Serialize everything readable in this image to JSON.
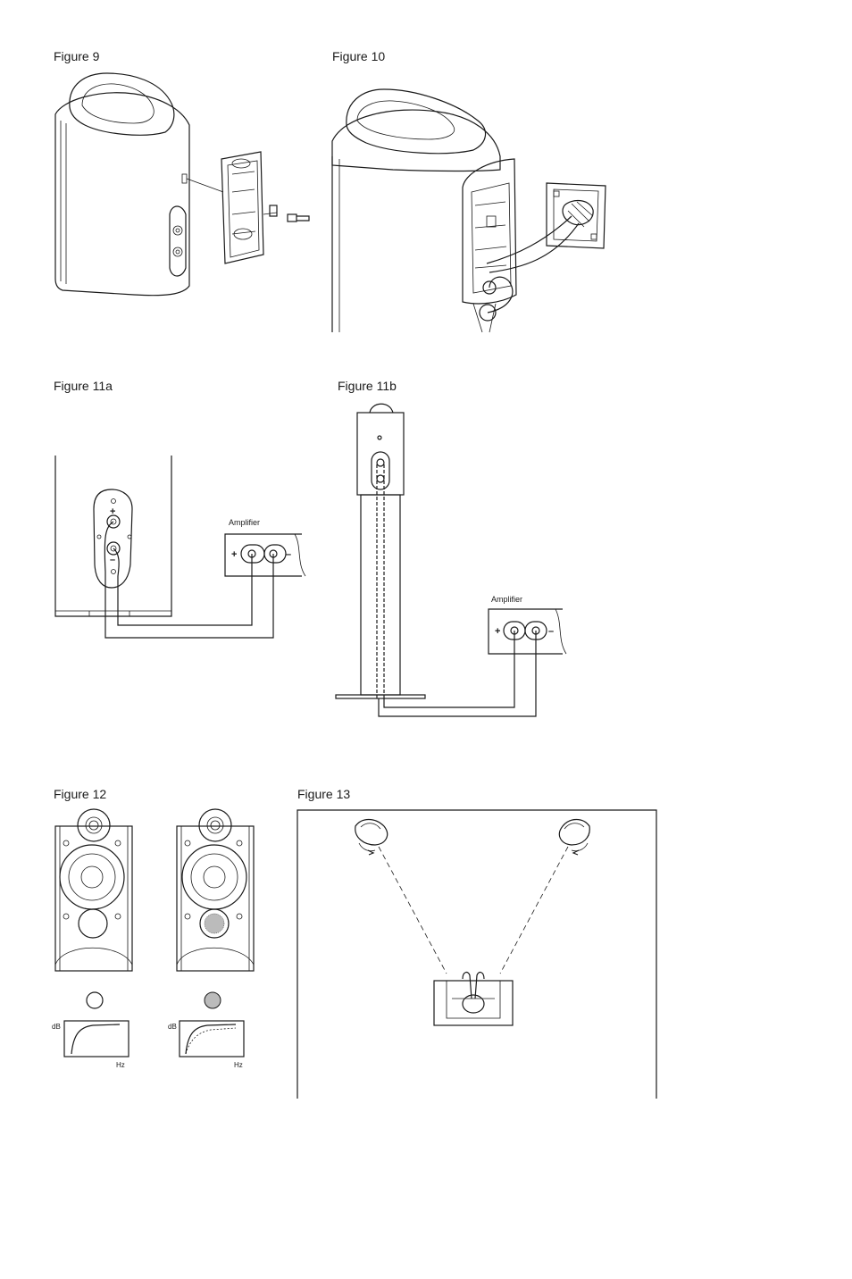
{
  "figures": {
    "fig9": {
      "caption": "Figure 9"
    },
    "fig10": {
      "caption": "Figure 10"
    },
    "fig11a": {
      "caption": "Figure 11a",
      "amplifier_label": "Amplifier",
      "plus": "+",
      "minus": "–",
      "terminal_plus": "+",
      "terminal_minus": "–"
    },
    "fig11b": {
      "caption": "Figure 11b",
      "amplifier_label": "Amplifier",
      "plus": "+",
      "minus": "–"
    },
    "fig12": {
      "caption": "Figure 12",
      "graph_left": {
        "ylabel": "dB",
        "xlabel": "Hz"
      },
      "graph_right": {
        "ylabel": "dB",
        "xlabel": "Hz"
      }
    },
    "fig13": {
      "caption": "Figure 13"
    }
  }
}
